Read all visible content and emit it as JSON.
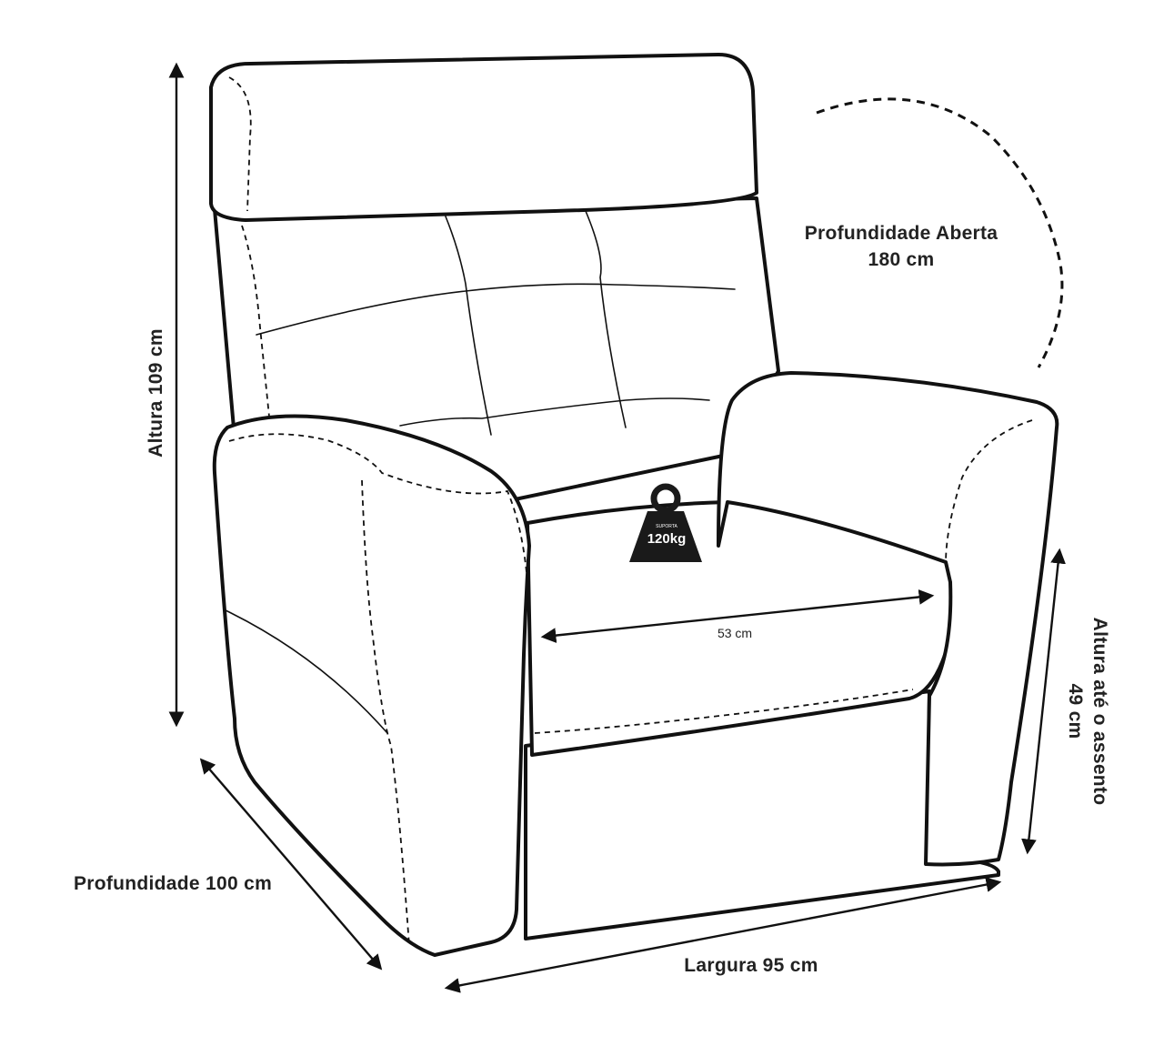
{
  "labels": {
    "altura": "Altura 109 cm",
    "profundidade_aberta_line1": "Profundidade Aberta",
    "profundidade_aberta_line2": "180 cm",
    "altura_assento_line1": "Altura até o assento",
    "altura_assento_line2": "49 cm",
    "profundidade": "Profundidade 100 cm",
    "largura": "Largura 95 cm",
    "assento_largura": "53 cm"
  },
  "weight_badge": {
    "small_text": "SUPORTA",
    "value": "120kg"
  },
  "colors": {
    "line": "#111111",
    "text": "#222222",
    "badge": "#1a1a1a",
    "background": "#ffffff"
  }
}
